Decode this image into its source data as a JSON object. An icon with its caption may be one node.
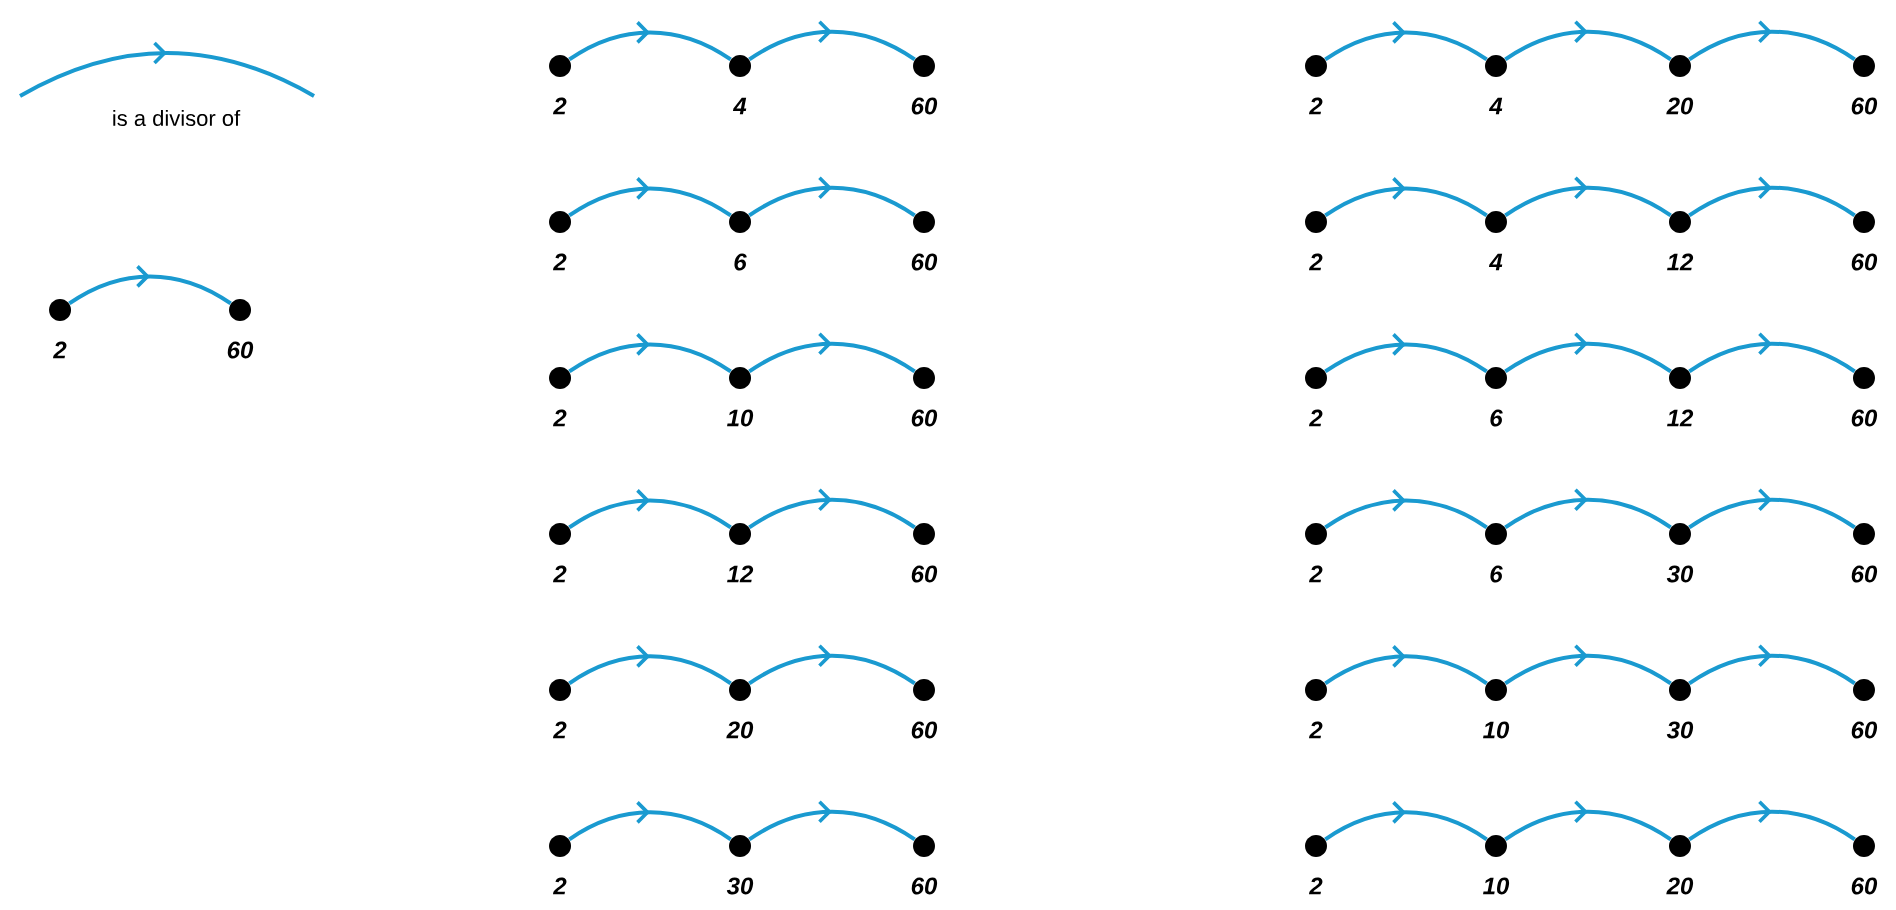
{
  "diagram": {
    "nodes": [
      {
        "text": [],
        "shape": "circle",
        "beside": [
          "2"
        ]
      },
      {
        "text": [],
        "shape": "circle",
        "beside": [
          "60"
        ]
      },
      {
        "text": [],
        "shape": "circle",
        "beside": [
          "2"
        ]
      },
      {
        "text": [],
        "shape": "circle",
        "beside": [
          "4"
        ]
      },
      {
        "text": [],
        "shape": "circle",
        "beside": [
          "60"
        ]
      },
      {
        "text": [],
        "shape": "circle",
        "beside": [
          "2"
        ]
      },
      {
        "text": [],
        "shape": "circle",
        "beside": [
          "6"
        ]
      },
      {
        "text": [],
        "shape": "circle",
        "beside": [
          "60"
        ]
      },
      {
        "text": [],
        "shape": "circle",
        "beside": [
          "2"
        ]
      },
      {
        "text": [],
        "shape": "circle",
        "beside": [
          "10"
        ]
      },
      {
        "text": [],
        "shape": "circle",
        "beside": [
          "60"
        ]
      },
      {
        "text": [],
        "shape": "circle",
        "beside": [
          "2"
        ]
      },
      {
        "text": [],
        "shape": "circle",
        "beside": [
          "12"
        ]
      },
      {
        "text": [],
        "shape": "circle",
        "beside": [
          "60"
        ]
      },
      {
        "text": [],
        "shape": "circle",
        "beside": [
          "2"
        ]
      },
      {
        "text": [],
        "shape": "circle",
        "beside": [
          "20"
        ]
      },
      {
        "text": [],
        "shape": "circle",
        "beside": [
          "60"
        ]
      },
      {
        "text": [],
        "shape": "circle",
        "beside": [
          "2"
        ]
      },
      {
        "text": [],
        "shape": "circle",
        "beside": [
          "30"
        ]
      },
      {
        "text": [],
        "shape": "circle",
        "beside": [
          "60"
        ]
      },
      {
        "text": [],
        "shape": "circle",
        "beside": [
          "2"
        ]
      },
      {
        "text": [],
        "shape": "circle",
        "beside": [
          "4"
        ]
      },
      {
        "text": [],
        "shape": "circle",
        "beside": [
          "20"
        ]
      },
      {
        "text": [],
        "shape": "circle",
        "beside": [
          "60"
        ]
      },
      {
        "text": [],
        "shape": "circle",
        "beside": [
          "2"
        ]
      },
      {
        "text": [],
        "shape": "circle",
        "beside": [
          "4"
        ]
      },
      {
        "text": [],
        "shape": "circle",
        "beside": [
          "12"
        ]
      },
      {
        "text": [],
        "shape": "circle",
        "beside": [
          "60"
        ]
      },
      {
        "text": [],
        "shape": "circle",
        "beside": [
          "2"
        ]
      },
      {
        "text": [],
        "shape": "circle",
        "beside": [
          "6"
        ]
      },
      {
        "text": [],
        "shape": "circle",
        "beside": [
          "12"
        ]
      },
      {
        "text": [],
        "shape": "circle",
        "beside": [
          "60"
        ]
      },
      {
        "text": [],
        "shape": "circle",
        "beside": [
          "2"
        ]
      },
      {
        "text": [],
        "shape": "circle",
        "beside": [
          "6"
        ]
      },
      {
        "text": [],
        "shape": "circle",
        "beside": [
          "30"
        ]
      },
      {
        "text": [],
        "shape": "circle",
        "beside": [
          "60"
        ]
      },
      {
        "text": [],
        "shape": "circle",
        "beside": [
          "2"
        ]
      },
      {
        "text": [],
        "shape": "circle",
        "beside": [
          "10"
        ]
      },
      {
        "text": [],
        "shape": "circle",
        "beside": [
          "30"
        ]
      },
      {
        "text": [],
        "shape": "circle",
        "beside": [
          "60"
        ]
      },
      {
        "text": [],
        "shape": "circle",
        "beside": [
          "2"
        ]
      },
      {
        "text": [],
        "shape": "circle",
        "beside": [
          "10"
        ]
      },
      {
        "text": [],
        "shape": "circle",
        "beside": [
          "20"
        ]
      },
      {
        "text": [],
        "shape": "circle",
        "beside": [
          "60"
        ]
      }
    ],
    "edges": [
      {
        "from": 0,
        "to": 1,
        "arrow": "to"
      },
      {
        "from": 2,
        "to": 3,
        "arrow": "to"
      },
      {
        "from": 3,
        "to": 4,
        "arrow": "to"
      },
      {
        "from": 5,
        "to": 6,
        "arrow": "to"
      },
      {
        "from": 6,
        "to": 7,
        "arrow": "to"
      },
      {
        "from": 8,
        "to": 9,
        "arrow": "to"
      },
      {
        "from": 9,
        "to": 10,
        "arrow": "to"
      },
      {
        "from": 11,
        "to": 12,
        "arrow": "to"
      },
      {
        "from": 12,
        "to": 13,
        "arrow": "to"
      },
      {
        "from": 14,
        "to": 15,
        "arrow": "to"
      },
      {
        "from": 15,
        "to": 16,
        "arrow": "to"
      },
      {
        "from": 17,
        "to": 18,
        "arrow": "to"
      },
      {
        "from": 18,
        "to": 19,
        "arrow": "to"
      },
      {
        "from": 20,
        "to": 21,
        "arrow": "to"
      },
      {
        "from": 21,
        "to": 22,
        "arrow": "to"
      },
      {
        "from": 22,
        "to": 23,
        "arrow": "to"
      },
      {
        "from": 24,
        "to": 25,
        "arrow": "to"
      },
      {
        "from": 25,
        "to": 26,
        "arrow": "to"
      },
      {
        "from": 26,
        "to": 27,
        "arrow": "to"
      },
      {
        "from": 28,
        "to": 29,
        "arrow": "to"
      },
      {
        "from": 29,
        "to": 30,
        "arrow": "to"
      },
      {
        "from": 30,
        "to": 31,
        "arrow": "to"
      },
      {
        "from": 32,
        "to": 33,
        "arrow": "to"
      },
      {
        "from": 33,
        "to": 34,
        "arrow": "to"
      },
      {
        "from": 34,
        "to": 35,
        "arrow": "to"
      },
      {
        "from": 36,
        "to": 37,
        "arrow": "to"
      },
      {
        "from": 37,
        "to": 38,
        "arrow": "to"
      },
      {
        "from": 38,
        "to": 39,
        "arrow": "to"
      },
      {
        "from": 40,
        "to": 41,
        "arrow": "to"
      },
      {
        "from": 41,
        "to": 42,
        "arrow": "to"
      },
      {
        "from": 42,
        "to": 43,
        "arrow": "to"
      }
    ],
    "legend": [
      {
        "text": "is a divisor of"
      }
    ]
  }
}
